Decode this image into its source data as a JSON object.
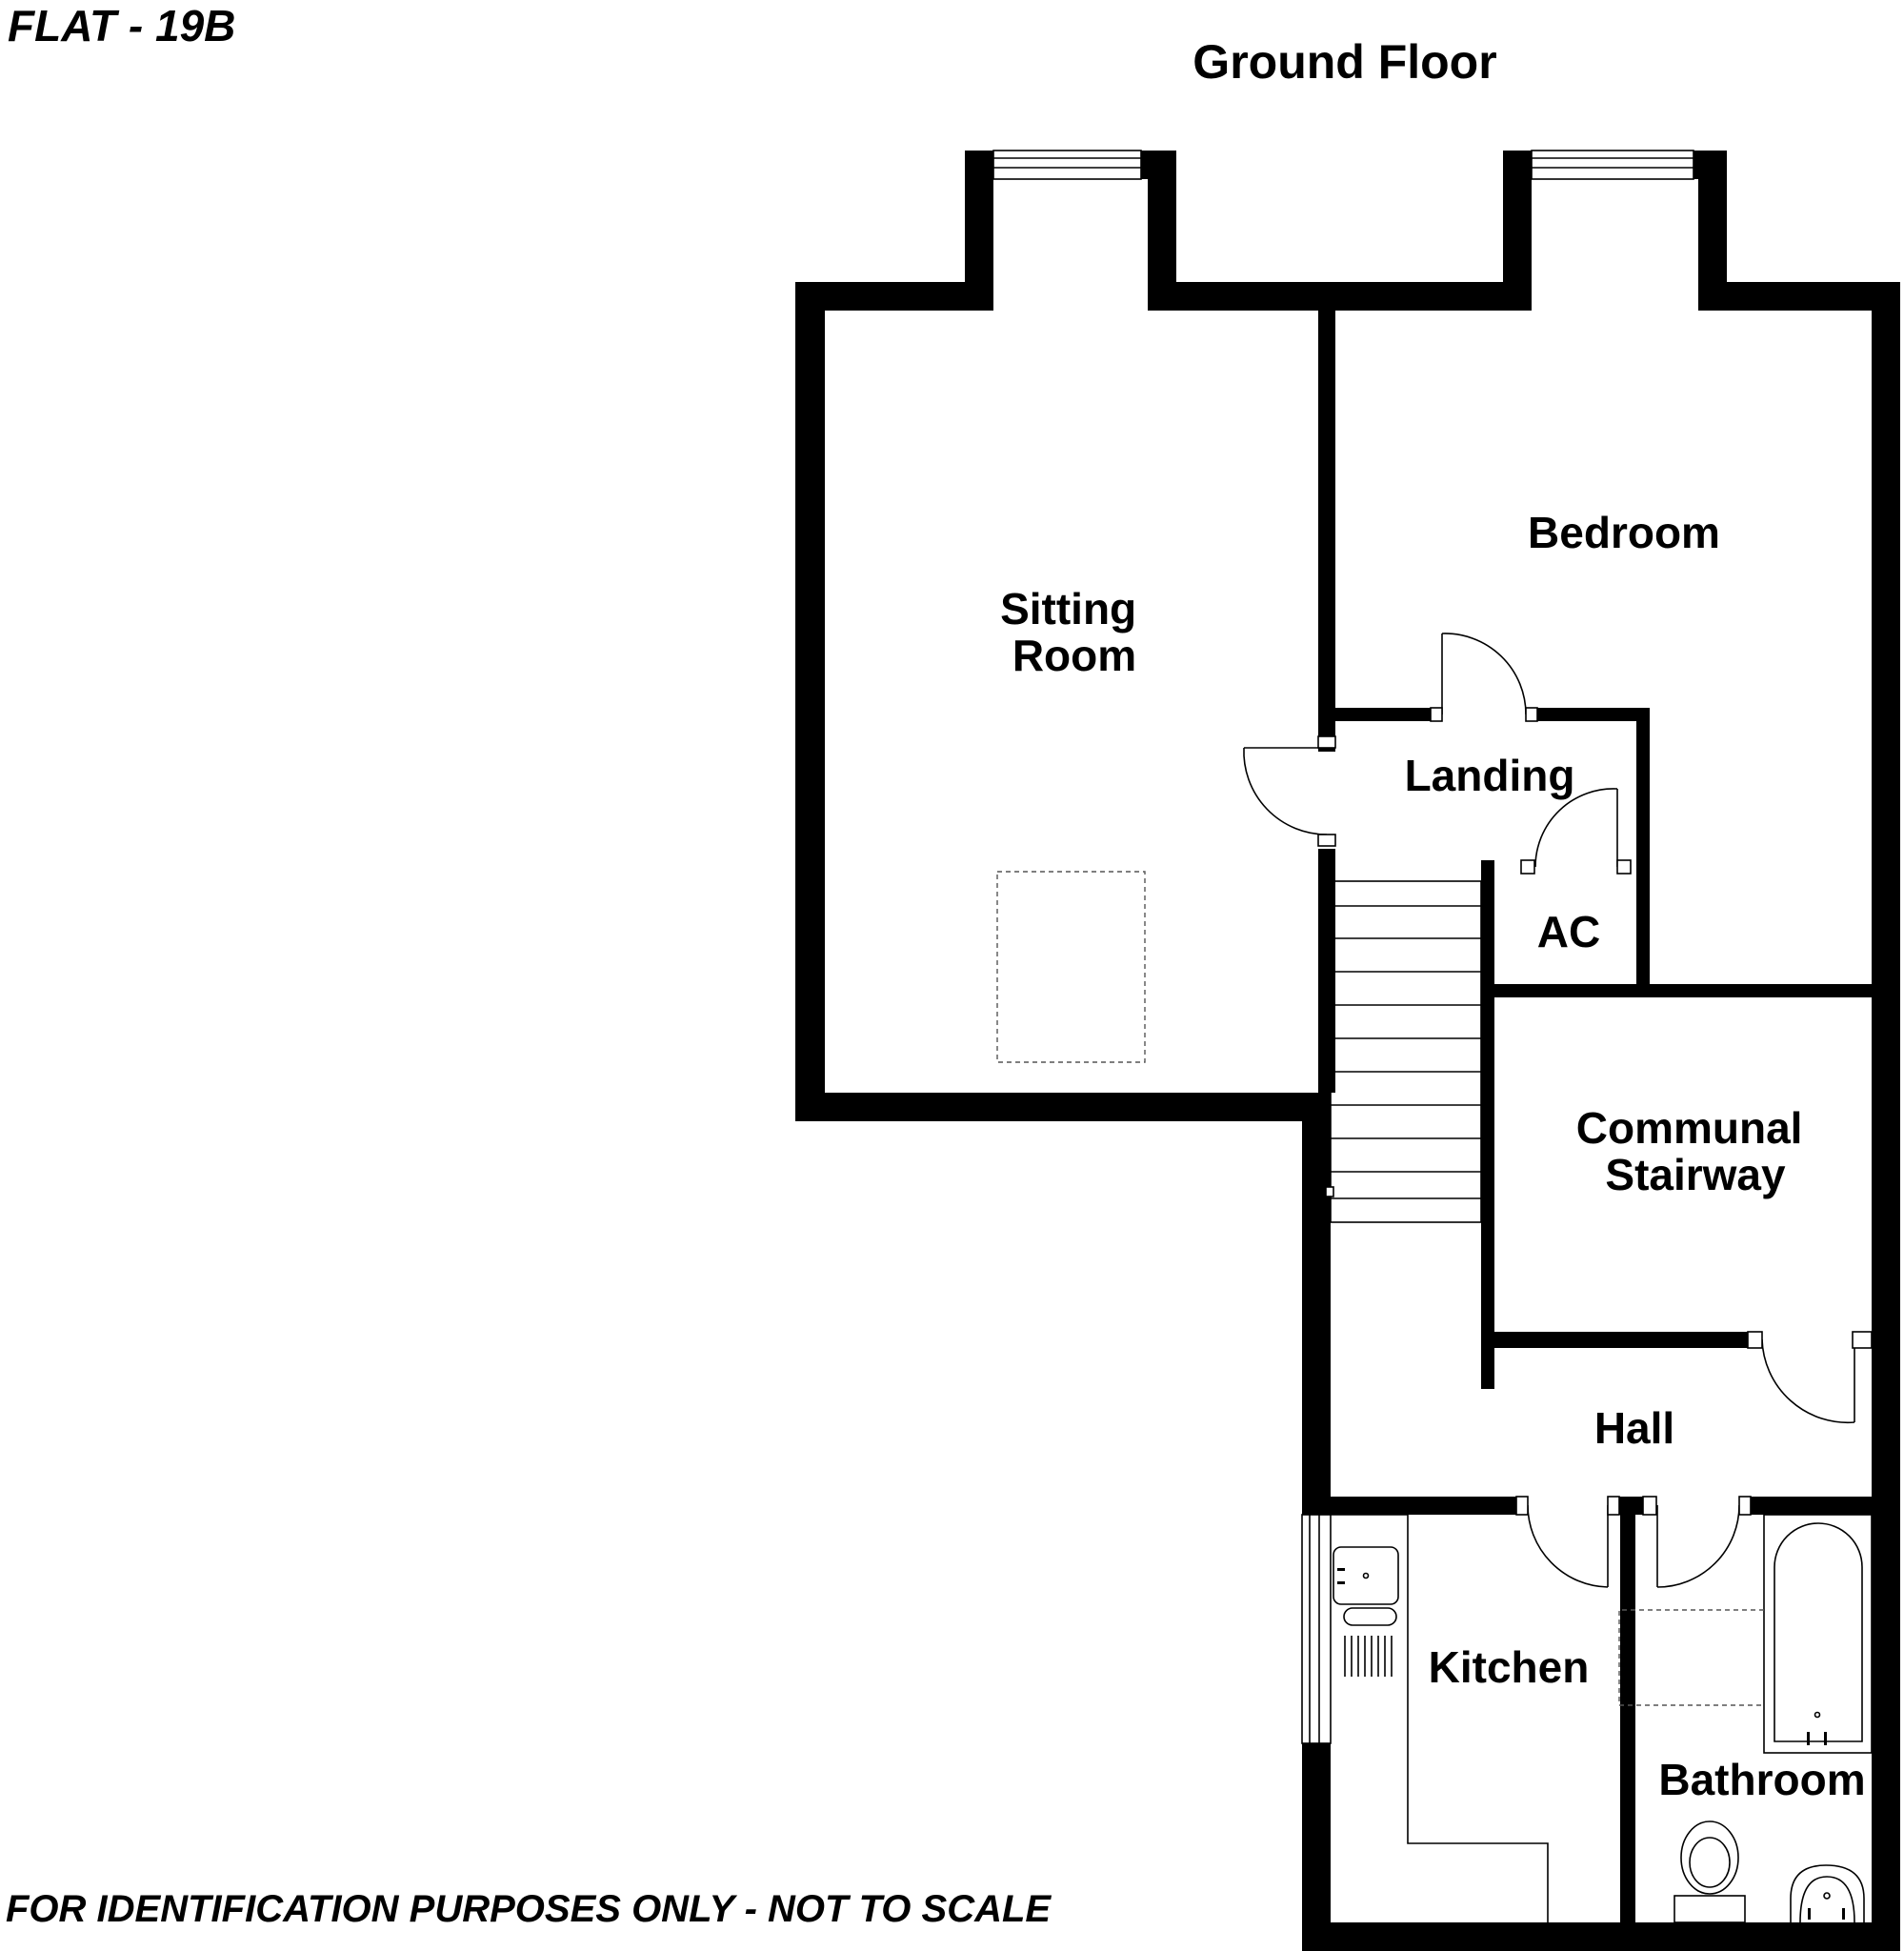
{
  "header": {
    "flat_title": "FLAT - 19B",
    "floor_title": "Ground Floor"
  },
  "rooms": {
    "sitting_room": [
      "Sitting",
      "Room"
    ],
    "bedroom": "Bedroom",
    "landing": "Landing",
    "airing_cupboard": "AC",
    "communal_stairway": [
      "Communal",
      "Stairway"
    ],
    "hall": "Hall",
    "kitchen": "Kitchen",
    "bathroom": "Bathroom"
  },
  "footer": {
    "disclaimer": "FOR IDENTIFICATION PURPOSES ONLY - NOT TO SCALE"
  },
  "colors": {
    "wall": "#000000",
    "background": "#ffffff"
  }
}
